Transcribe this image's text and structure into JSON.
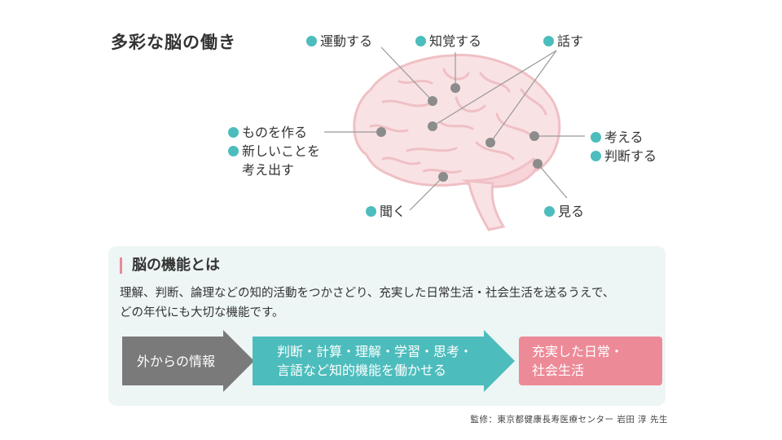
{
  "title": "多彩な脳の働き",
  "functions": {
    "move": "運動する",
    "perceive": "知覚する",
    "speak": "話す",
    "create_line1": "ものを作る",
    "create_line2": "新しいことを",
    "create_line3": "考え出す",
    "think": "考える",
    "judge": "判断する",
    "hear": "聞く",
    "see": "見る"
  },
  "panel": {
    "heading": "脳の機能とは",
    "description_line1": "理解、判断、論理などの知的活動をつかさどり、充実した日常生活・社会生活を送るうえで、",
    "description_line2": "どの年代にも大切な機能です。"
  },
  "flow": [
    {
      "line1": "外からの情報",
      "line2": ""
    },
    {
      "line1": "判断・計算・理解・学習・思考・",
      "line2": "言語など知的機能を働かせる"
    },
    {
      "line1": "充実した日常・",
      "line2": "社会生活"
    }
  ],
  "credit": "監修：東京都健康長寿医療センター 岩田 淳 先生",
  "colors": {
    "teal": "#4dbcbc",
    "gray_arrow": "#7a7a7a",
    "pink_box": "#ed8a98",
    "brain_fill": "#f9e2e4",
    "brain_stroke": "#efc0c4",
    "dot_gray": "#8c8c8c",
    "panel_bg": "#eef5f5"
  }
}
